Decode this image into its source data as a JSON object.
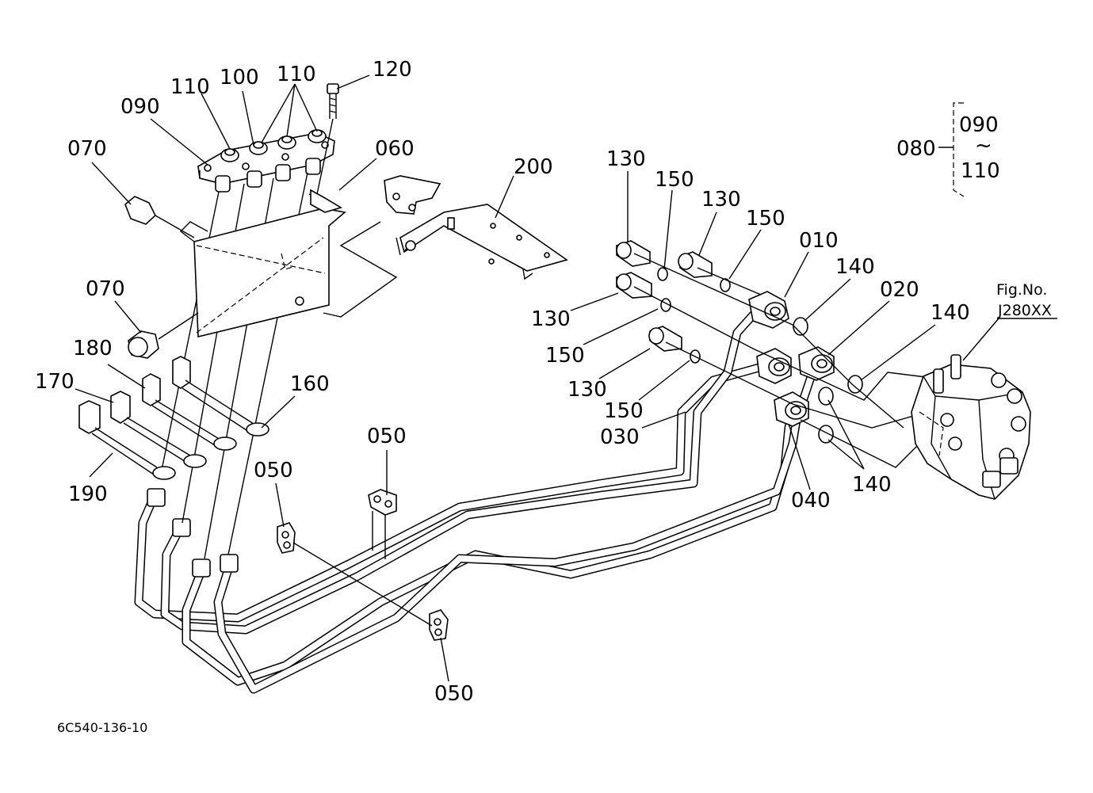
{
  "diagram": {
    "code": "6C540-136-10",
    "fig_ref": {
      "line1": "Fig.No.",
      "line2": "J280XX"
    },
    "bracket": {
      "main": "080",
      "top": "090",
      "tilde": "~",
      "bottom": "110"
    },
    "labels": {
      "l120": "120",
      "l110a": "110",
      "l100": "100",
      "l110b": "110",
      "l090": "090",
      "l070a": "070",
      "l060": "060",
      "l200": "200",
      "l070b": "070",
      "l180": "180",
      "l170": "170",
      "l160": "160",
      "l190": "190",
      "l050a": "050",
      "l050b": "050",
      "l050c": "050",
      "l130a": "130",
      "l150a": "150",
      "l130b": "130",
      "l150b": "150",
      "l010": "010",
      "l140a": "140",
      "l130c": "130",
      "l150c": "150",
      "l020": "020",
      "l140b": "140",
      "l130d": "130",
      "l150d": "150",
      "l030": "030",
      "l040": "040",
      "l140c": "140"
    }
  }
}
